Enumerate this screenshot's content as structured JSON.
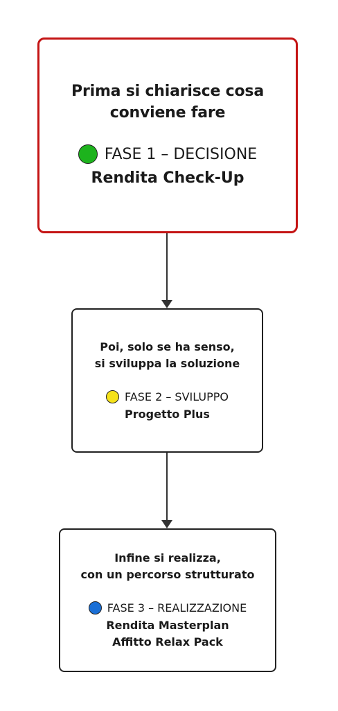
{
  "steps": [
    {
      "title_lines": [
        "Prima si chiarisce cosa",
        "conviene fare"
      ],
      "phase": "FASE 1 – DECISIONE",
      "dot_color": "#1db31d",
      "products": [
        "Rendita Check-Up"
      ],
      "border_color": "#c41414"
    },
    {
      "title_lines": [
        "Poi, solo se ha senso,",
        "si sviluppa la soluzione"
      ],
      "phase": "FASE 2 – SVILUPPO",
      "dot_color": "#f5e21a",
      "products": [
        "Progetto Plus"
      ],
      "border_color": "#222222"
    },
    {
      "title_lines": [
        "Infine si realizza,",
        "con un percorso strutturato"
      ],
      "phase": "FASE 3 – REALIZZAZIONE",
      "dot_color": "#1a6fd6",
      "products": [
        "Rendita Masterplan",
        "Affitto Relax Pack"
      ],
      "border_color": "#222222"
    }
  ]
}
